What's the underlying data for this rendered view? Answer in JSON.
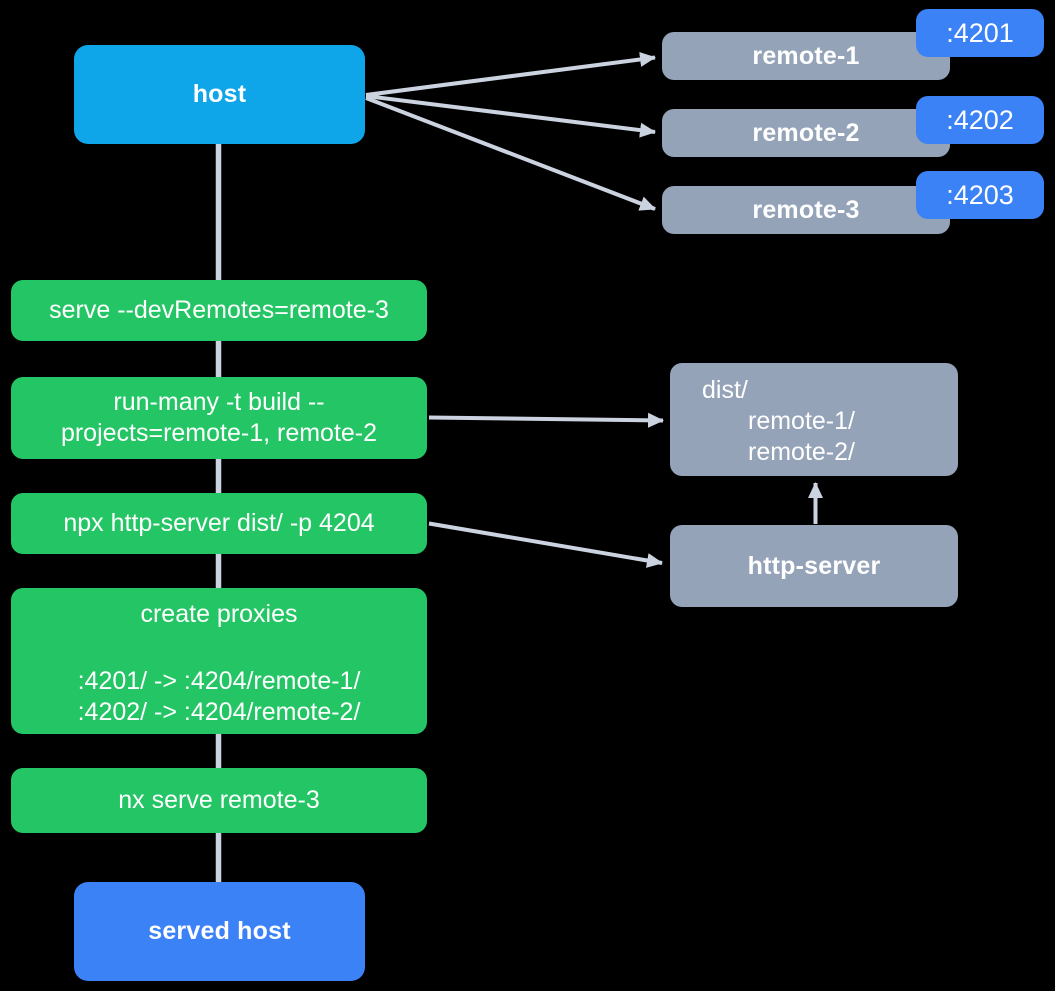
{
  "diagram": {
    "host": {
      "label": "host"
    },
    "remotes": [
      {
        "label": "remote-1",
        "port": ":4201"
      },
      {
        "label": "remote-2",
        "port": ":4202"
      },
      {
        "label": "remote-3",
        "port": ":4203"
      }
    ],
    "steps": [
      {
        "lines": [
          "serve --devRemotes=remote-3"
        ]
      },
      {
        "lines": [
          "run-many -t build --",
          "projects=remote-1, remote-2"
        ]
      },
      {
        "lines": [
          "npx http-server dist/ -p 4204"
        ]
      },
      {
        "lines": [
          "create proxies",
          "",
          ":4201/ -> :4204/remote-1/",
          ":4202/ -> :4204/remote-2/"
        ]
      },
      {
        "lines": [
          "nx serve remote-3"
        ]
      }
    ],
    "dist_box": {
      "lines": [
        "dist/",
        "remote-1/",
        "remote-2/"
      ]
    },
    "http_server": {
      "label": "http-server"
    },
    "served_host": {
      "label": "served host"
    }
  },
  "colors": {
    "background": "#000000",
    "host-blue": "#0ea5e9",
    "remote-gray": "#94a3b8",
    "port-blue": "#3b82f6",
    "step-green": "#24c564",
    "served-blue": "#3b82f6",
    "connector": "#ccd3e0",
    "text": "#ffffff"
  }
}
